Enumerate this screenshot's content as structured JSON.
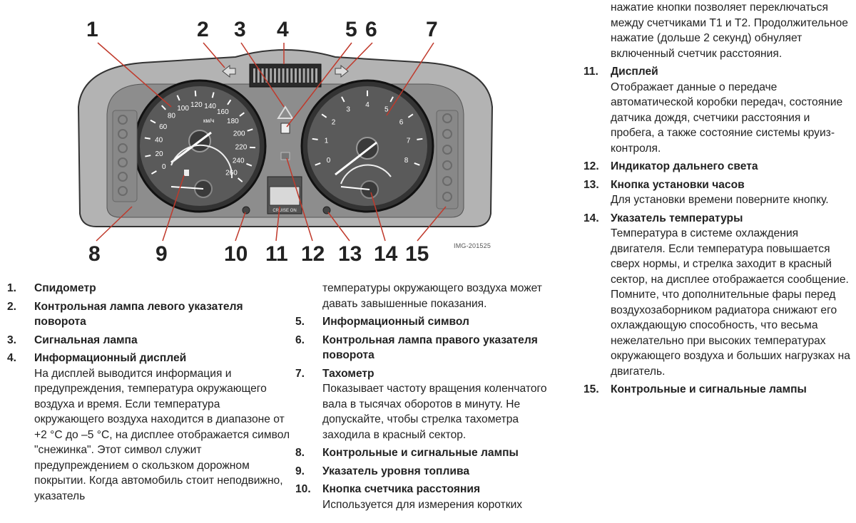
{
  "diagram": {
    "callouts": [
      "1",
      "2",
      "3",
      "4",
      "5",
      "6",
      "7",
      "8",
      "9",
      "10",
      "11",
      "12",
      "13",
      "14",
      "15"
    ],
    "img_code": "IMG-201525",
    "speed_ticks": [
      "0",
      "20",
      "40",
      "60",
      "80",
      "100",
      "120",
      "140",
      "160",
      "180",
      "200",
      "220",
      "240",
      "260"
    ],
    "speed_unit": "км/ч",
    "rpm_ticks": [
      "0",
      "1",
      "2",
      "3",
      "4",
      "5",
      "6",
      "7",
      "8"
    ],
    "display_code": "CRUISE ON",
    "colors": {
      "panel": "#a9a9a9",
      "dial": "#555555",
      "ring": "#2a2a2a",
      "needle": "#ffffff"
    }
  },
  "col1": {
    "items": [
      {
        "num": "1.",
        "title": "Спидометр"
      },
      {
        "num": "2.",
        "title": "Контрольная лампа левого указателя поворота"
      },
      {
        "num": "3.",
        "title": "Сигнальная лампа"
      },
      {
        "num": "4.",
        "title": "Информационный дисплей",
        "desc": "На дисплей выводится информация и предупреждения, температура окружающего воздуха и время. Если температура окружающего воздуха находится в диапазоне от +2 °С до –5 °С, на дисплее отображается символ \"снежинка\". Этот символ служит предупреждением о скользком дорожном покрытии. Когда автомобиль стоит неподвижно, указатель"
      }
    ]
  },
  "col2": {
    "continuation": "температуры окружающего воздуха может давать завышенные показания.",
    "items": [
      {
        "num": "5.",
        "title": "Информационный символ"
      },
      {
        "num": "6.",
        "title": "Контрольная лампа правого указателя поворота"
      },
      {
        "num": "7.",
        "title": "Тахометр",
        "desc": "Показывает частоту вращения коленчатого вала в тысячах оборотов в минуту. Не допускайте, чтобы стрелка тахометра заходила в красный сектор."
      },
      {
        "num": "8.",
        "title": "Контрольные и сигнальные лампы"
      },
      {
        "num": "9.",
        "title": "Указатель уровня топлива"
      },
      {
        "num": "10.",
        "title": "Кнопка счетчика расстояния",
        "desc": "Используется для измерения коротких"
      }
    ]
  },
  "col3": {
    "continuation": "нажатие кнопки позволяет переключаться между счетчиками T1 и T2. Продолжительное нажатие (дольше 2 секунд) обнуляет включенный счетчик расстояния.",
    "items": [
      {
        "num": "11.",
        "title": "Дисплей",
        "desc": "Отображает данные о передаче автоматической коробки передач, состояние датчика дождя, счетчики расстояния и пробега, а также состояние системы круиз-контроля."
      },
      {
        "num": "12.",
        "title": "Индикатор дальнего света"
      },
      {
        "num": "13.",
        "title": "Кнопка установки часов",
        "desc": "Для установки времени поверните кнопку."
      },
      {
        "num": "14.",
        "title": "Указатель температуры",
        "desc": "Температура в системе охлаждения двигателя. Если температура повышается сверх нормы, и стрелка заходит в красный сектор, на дисплее отображается сообщение. Помните, что дополнительные фары перед воздухозаборником радиатора снижают его охлаждающую способность, что весьма нежелательно при высоких температурах окружающего воздуха и больших нагрузках на двигатель."
      },
      {
        "num": "15.",
        "title": "Контрольные и сигнальные лампы"
      }
    ]
  }
}
